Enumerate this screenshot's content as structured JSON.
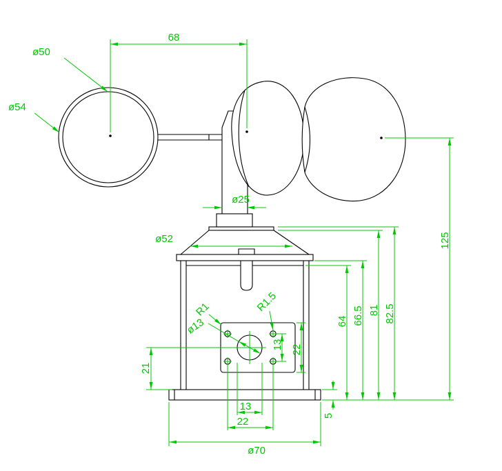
{
  "drawing": {
    "type": "cad-dimension-drawing",
    "subject": "cup-anemometer",
    "colors": {
      "geometry": "#000000",
      "dimension": "#00c800",
      "background": "#ffffff"
    },
    "dimensions": {
      "cup_inner_dia": "ø50",
      "cup_outer_dia": "ø54",
      "cup_center_span": "68",
      "shaft_dia": "ø25",
      "cone_dia": "ø52",
      "plate_corner_radius": "R1",
      "hole_radius": "R1.5",
      "center_hole_dia": "ø13",
      "hole_row_spacing": "13",
      "plate_height": "22",
      "body_inner_height": "64",
      "body_top_height": "66.5",
      "cone_base_height": "81",
      "cone_top_height": "82.5",
      "total_height": "125",
      "hole_center_height": "21",
      "hole_col_spacing_inner": "13",
      "hole_col_spacing_outer": "22",
      "base_plate_thickness": "5",
      "base_dia": "ø70"
    }
  }
}
